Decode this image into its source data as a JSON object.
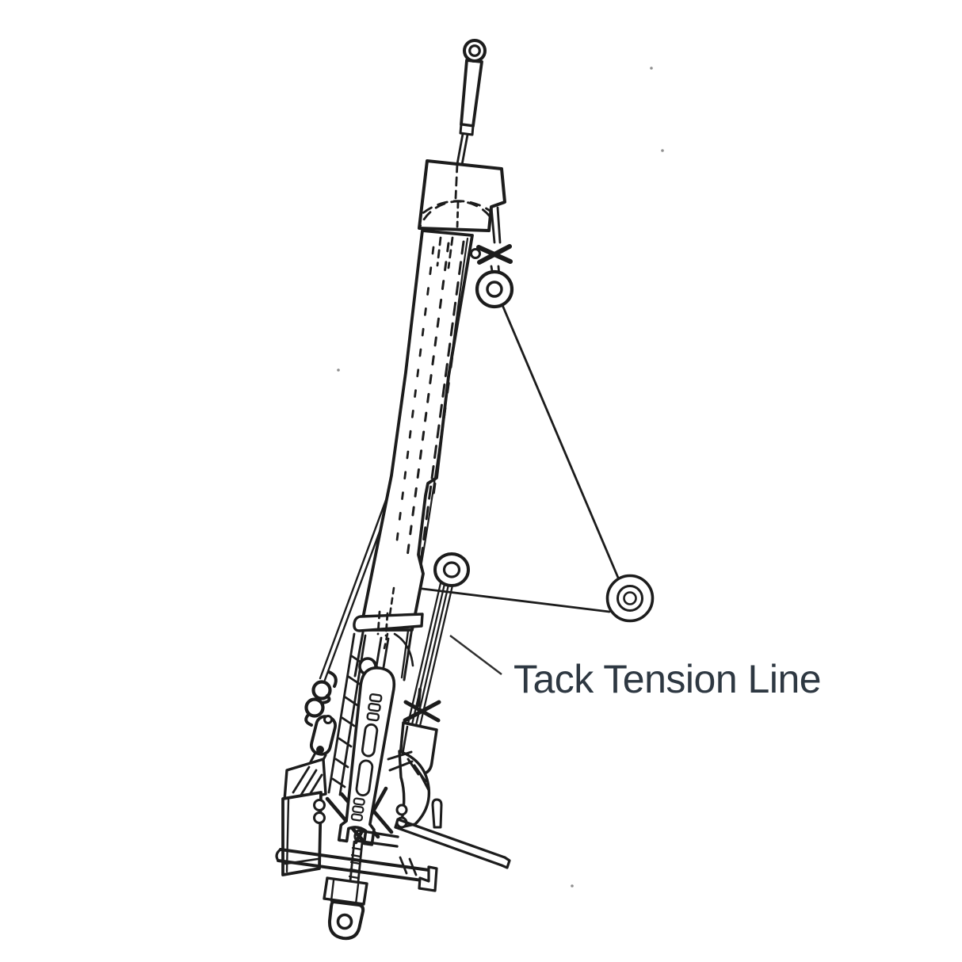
{
  "figure": {
    "type": "technical-line-illustration",
    "subject": "headsail furler lower unit"
  },
  "colors": {
    "background": "#ffffff",
    "ink": "#1c1c1c",
    "label": "#2e3842"
  },
  "annotation": {
    "label": "Tack Tension Line"
  }
}
